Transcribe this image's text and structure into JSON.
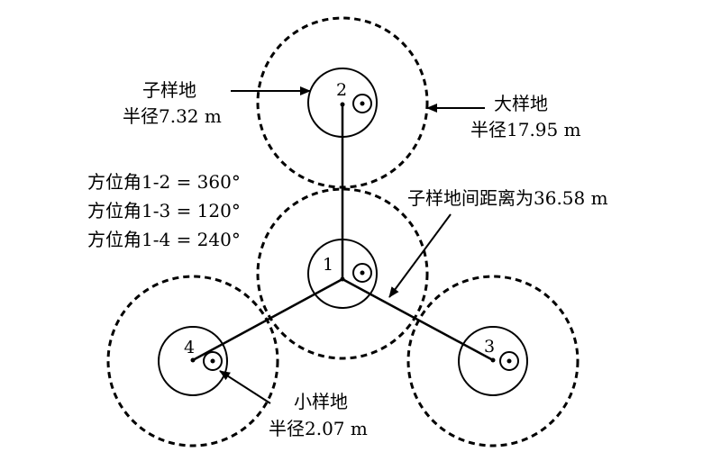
{
  "labels": {
    "subplot_name": "子样地",
    "subplot_radius": "半径7.32 m",
    "macroplot_name": "大样地",
    "macroplot_radius": "半径17.95 m",
    "microplot_name": "小样地",
    "microplot_radius": "半径2.07 m",
    "distance": "子样地间距离为36.58 m",
    "azimuth_1_2": "方位角1-2 = 360°",
    "azimuth_1_3": "方位角1-3 = 120°",
    "azimuth_1_4": "方位角1-4 = 240°"
  },
  "plots": [
    {
      "id": "1",
      "label": "1"
    },
    {
      "id": "2",
      "label": "2"
    },
    {
      "id": "3",
      "label": "3"
    },
    {
      "id": "4",
      "label": "4"
    }
  ]
}
